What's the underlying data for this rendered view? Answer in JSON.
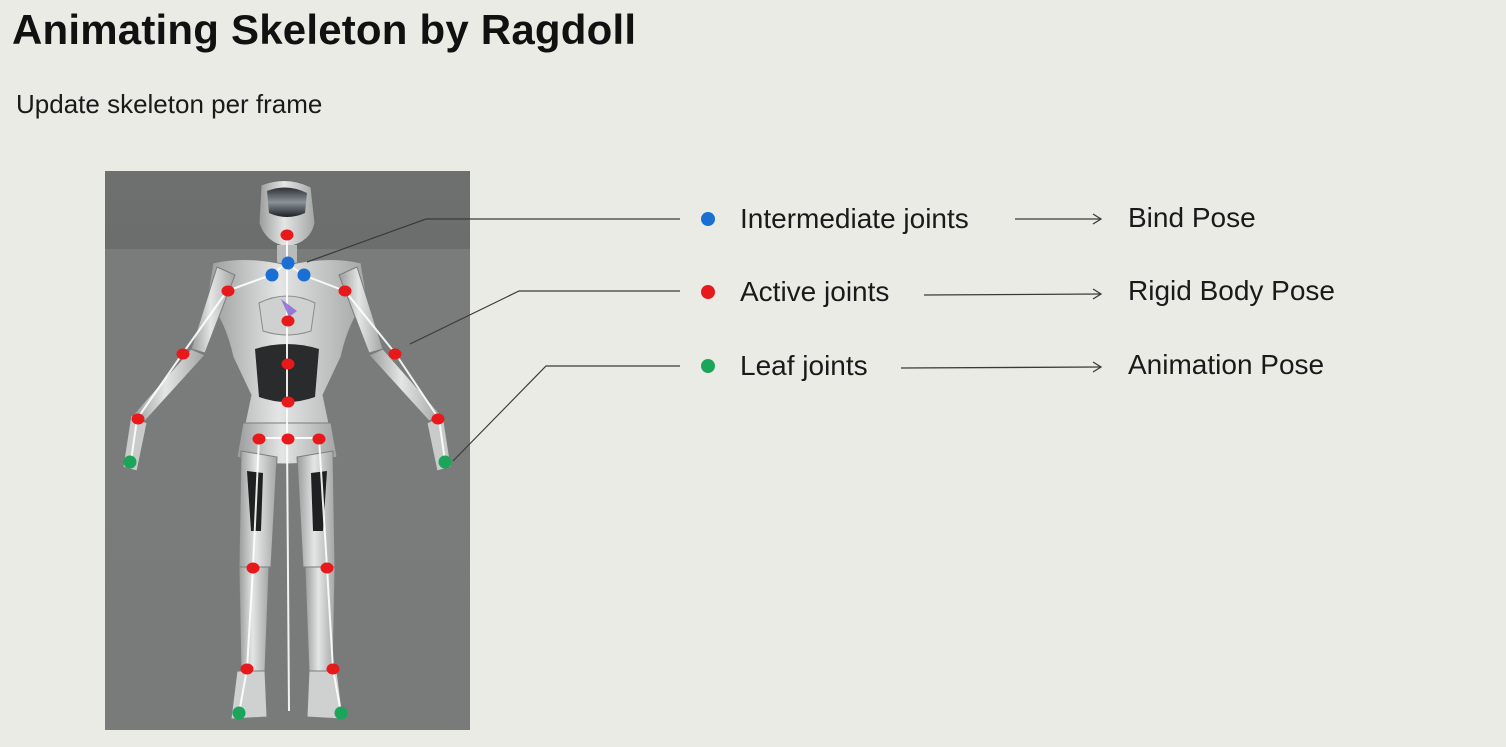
{
  "slide": {
    "title": "Animating Skeleton by Ragdoll",
    "subtitle": "Update skeleton per frame"
  },
  "figure": {
    "description_icon": "robot-skeleton-figure",
    "joint_colors": {
      "intermediate": "#1a6fd4",
      "active": "#e8191a",
      "leaf": "#1aa55a"
    }
  },
  "legend": [
    {
      "label": "Intermediate joints",
      "target": "Bind Pose",
      "color": "#1a6fd4"
    },
    {
      "label": "Active joints",
      "target": "Rigid Body Pose",
      "color": "#e8191a"
    },
    {
      "label": "Leaf joints",
      "target": "Animation Pose",
      "color": "#1aa55a"
    }
  ]
}
